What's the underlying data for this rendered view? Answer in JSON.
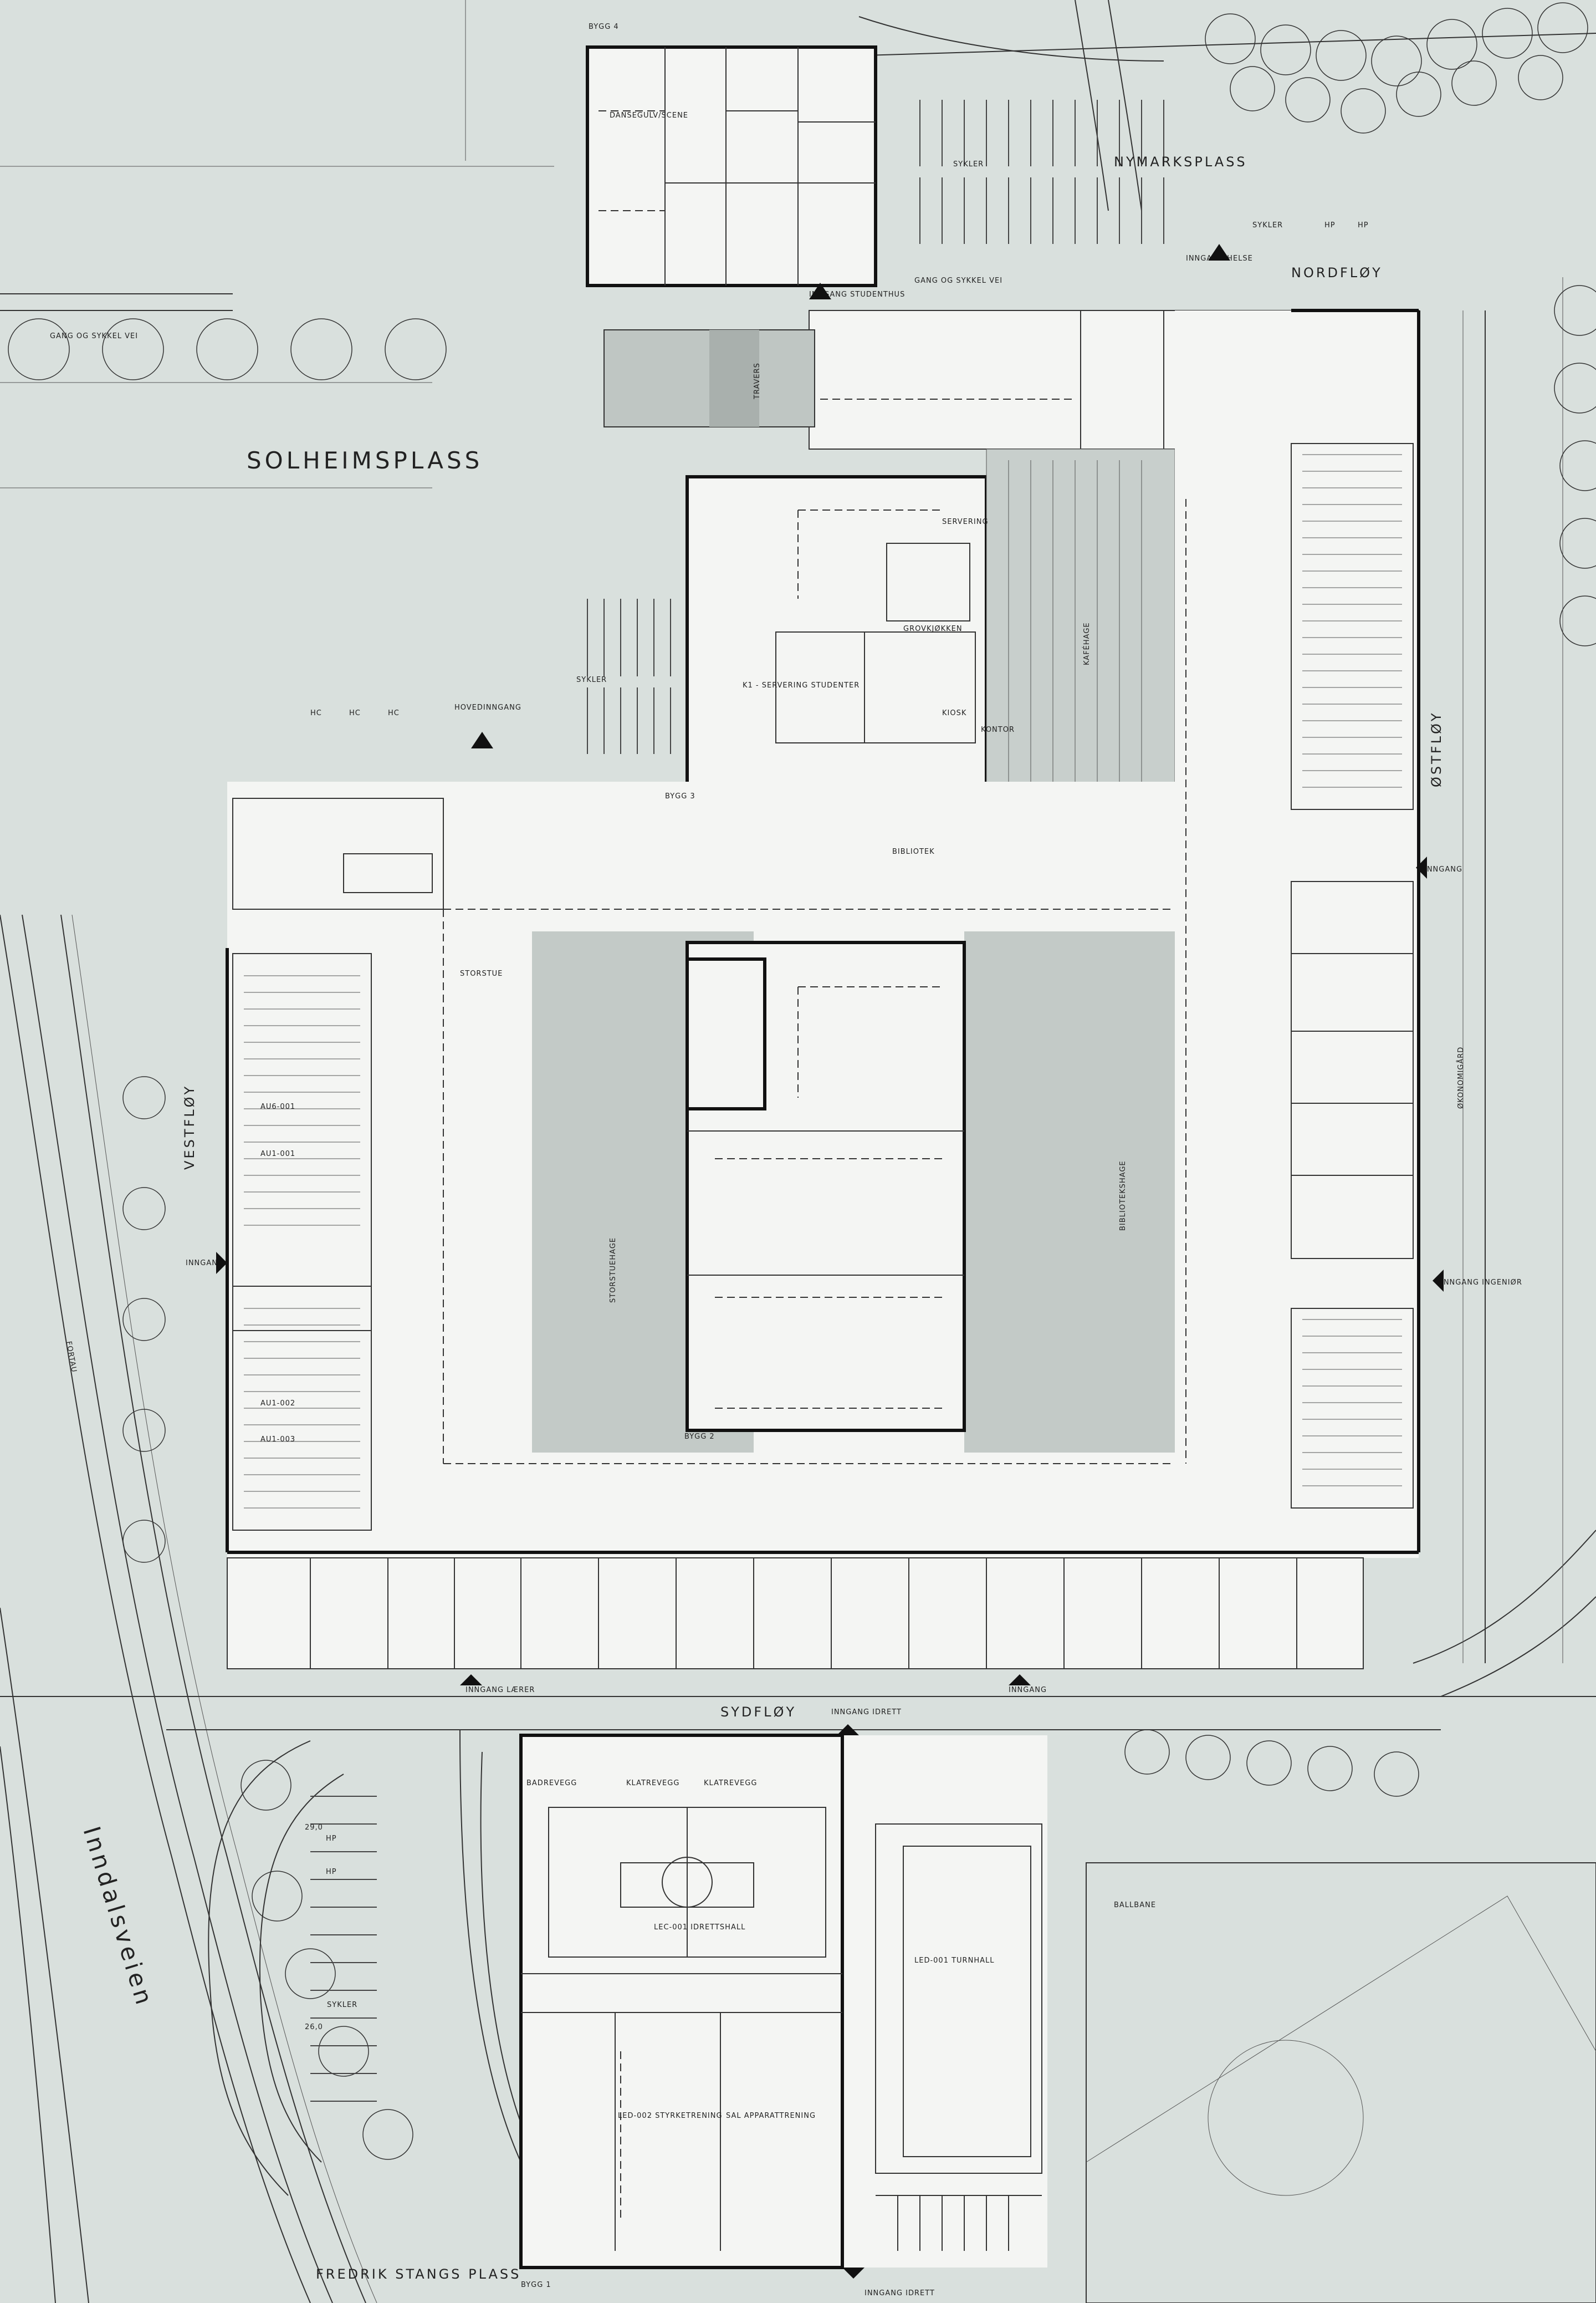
{
  "labels": {
    "bygg4": "BYGG 4",
    "bygg3": "BYGG 3",
    "bygg2": "BYGG 2",
    "bygg1": "BYGG 1",
    "nymarksplass": "NYMARKSPLASS",
    "solheimsplass": "SOLHEIMSPLASS",
    "fredrik_stangs_plass": "FREDRIK STANGS PLASS",
    "gang_sykkel_1": "GANG OG SYKKEL VEI",
    "gang_sykkel_2": "GANG OG SYKKEL VEI",
    "sykler_1": "SYKLER",
    "sykler_2": "SYKLER",
    "sykler_3": "SYKLER",
    "sykler_4": "SYKLER",
    "nordfloy": "NORDFLØY",
    "ostfloy": "ØSTFLØY",
    "vestfloy": "VESTFLØY",
    "sydfloy": "SYDFLØY",
    "hovedinngang": "HOVEDINNGANG",
    "inngang_studenthus": "INNGANG STUDENTHUS",
    "inngang_helse": "INNGANG HELSE",
    "inngang_ost": "INNGANG",
    "inngang_ingenior": "INNGANG INGENIØR",
    "inngang_vest": "INNGANG",
    "inngang_larer": "INNGANG LÆRER",
    "inngang_syd": "INNGANG",
    "inngang_idrett_1": "INNGANG IDRETT",
    "inngang_idrett_2": "INNGANG IDRETT",
    "travers": "TRAVERS",
    "kafehage": "KAFÉHAGE",
    "storstuehage": "STORSTUEHAGE",
    "bibliotekshage": "BIBLIOTEKSHAGE",
    "okonomigard": "ØKONOMIGÅRD",
    "inndalsveien": "Inndalsveien",
    "fortau": "FORTAU",
    "ballbane": "BALLBANE",
    "hc_1": "HC",
    "hc_2": "HC",
    "hc_3": "HC",
    "hp_1": "HP",
    "hp_2": "HP",
    "hp_3": "HP",
    "hp_4": "HP",
    "au6": "AU6-001",
    "au1": "AU1-001",
    "au2": "AU1-002",
    "au3": "AU1-003",
    "storstue": "STORSTUE",
    "danseskule": "DANSEGULV/SCENE",
    "servering": "SERVERING",
    "grovkjokken": "GROVKJØKKEN",
    "kafe_studenter": "K1 - SERVERING STUDENTER",
    "klatrevegg_1": "KLATREVEGG",
    "klatrevegg_2": "KLATREVEGG",
    "badrevegg": "BADREVEGG",
    "bygg1_hall": "LEC-001 IDRETTSHALL",
    "turnhall": "LED-001 TURNHALL",
    "styrke": "LED-002 STYRKETRENING",
    "sal_apparat": "SAL APPARATTRENING",
    "kontor": "KONTOR",
    "kiosk": "KIOSK",
    "bibliotek": "BIBLIOTEK",
    "dim_29": "29,0",
    "dim_26": "26,0"
  }
}
